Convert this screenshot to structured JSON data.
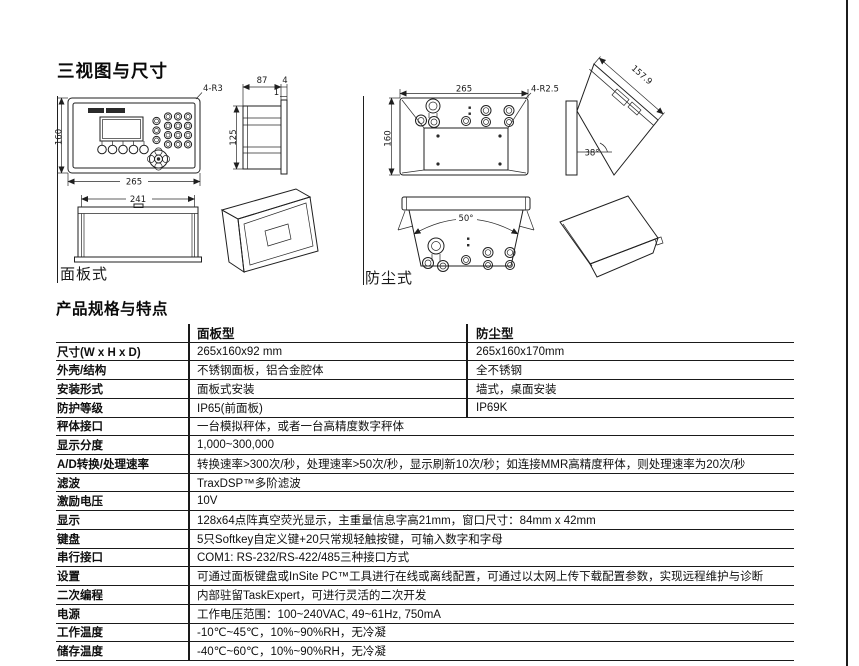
{
  "sections": {
    "views_title": "三视图与尺寸",
    "specs_title": "产品规格与特点"
  },
  "figures": {
    "panel_label": "面板式",
    "harsh_label": "防尘式",
    "panel_front": {
      "height": "160",
      "width": "265",
      "corner": "4-R3"
    },
    "panel_side": {
      "depth": "87",
      "thick": "4",
      "lip": "1",
      "height": "125"
    },
    "panel_bottom": {
      "width": "241"
    },
    "harsh_back": {
      "width": "265",
      "height": "160",
      "corner": "4-R2.5"
    },
    "harsh_side": {
      "slant": "157.9",
      "angle": "38°"
    },
    "harsh_bottom": {
      "angle": "50°"
    }
  },
  "spec_table": {
    "headers": {
      "panel": "面板型",
      "harsh": "防尘型"
    },
    "rows": [
      {
        "label": "尺寸(W x H x D)",
        "panel": "265x160x92 mm",
        "harsh": "265x160x170mm"
      },
      {
        "label": "外壳/结构",
        "panel": "不锈钢面板，铝合金腔体",
        "harsh": "全不锈钢"
      },
      {
        "label": "安装形式",
        "panel": "面板式安装",
        "harsh": "墙式，桌面安装"
      },
      {
        "label": "防护等级",
        "panel": "IP65(前面板)",
        "harsh": "IP69K"
      },
      {
        "label": "秤体接口",
        "value": "一台模拟秤体，或者一台高精度数字秤体"
      },
      {
        "label": "显示分度",
        "value": "1,000~300,000"
      },
      {
        "label": "A/D转换/处理速率",
        "value": "转换速率>300次/秒，处理速率>50次/秒，显示刷新10次/秒；如连接MMR高精度秤体，则处理速率为20次/秒"
      },
      {
        "label": "滤波",
        "value": "TraxDSP™多阶滤波"
      },
      {
        "label": "激励电压",
        "value": "10V"
      },
      {
        "label": "显示",
        "value": "128x64点阵真空荧光显示，主重量信息字高21mm，窗口尺寸：84mm x 42mm"
      },
      {
        "label": "键盘",
        "value": "5只Softkey自定义键+20只常规轻触按键，可输入数字和字母"
      },
      {
        "label": "串行接口",
        "value": "COM1: RS-232/RS-422/485三种接口方式"
      },
      {
        "label": "设置",
        "value": "可通过面板键盘或InSite PC™工具进行在线或离线配置，可通过以太网上传下载配置参数，实现远程维护与诊断"
      },
      {
        "label": "二次编程",
        "value": "内部驻留TaskExpert，可进行灵活的二次开发"
      },
      {
        "label": "电源",
        "value": "工作电压范围：100~240VAC, 49~61Hz, 750mA"
      },
      {
        "label": "工作温度",
        "value": "-10℃~45℃，10%~90%RH，无冷凝"
      },
      {
        "label": "储存温度",
        "value": "-40℃~60℃，10%~90%RH，无冷凝"
      }
    ]
  }
}
